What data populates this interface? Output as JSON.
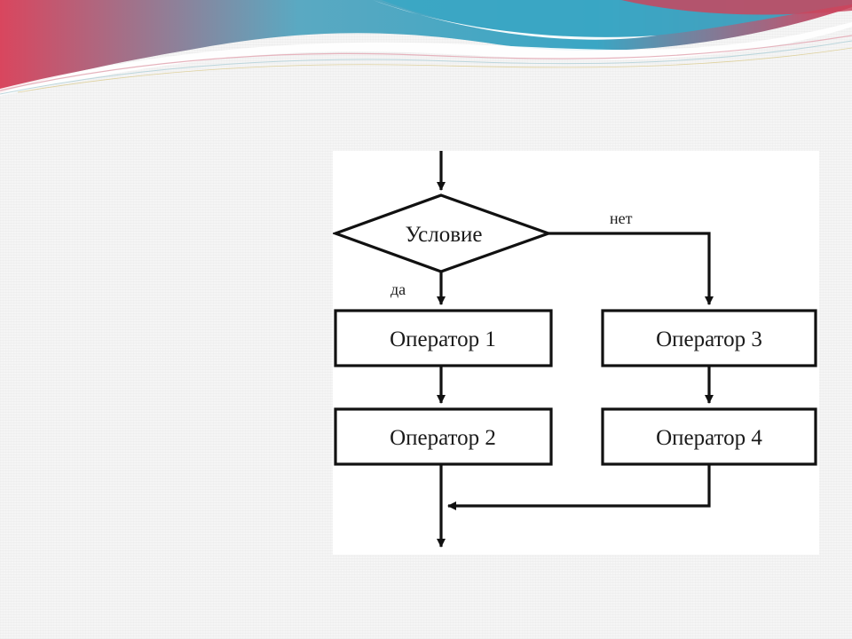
{
  "diagram": {
    "condition_label": "Условие",
    "yes_label": "да",
    "no_label": "нет",
    "operators": [
      "Оператор 1",
      "Оператор 2",
      "Оператор 3",
      "Оператор 4"
    ]
  },
  "colors": {
    "stroke": "#111111",
    "wave_teal": "#3aa6c4",
    "wave_red": "#c8465e",
    "wave_white": "#ffffff"
  }
}
